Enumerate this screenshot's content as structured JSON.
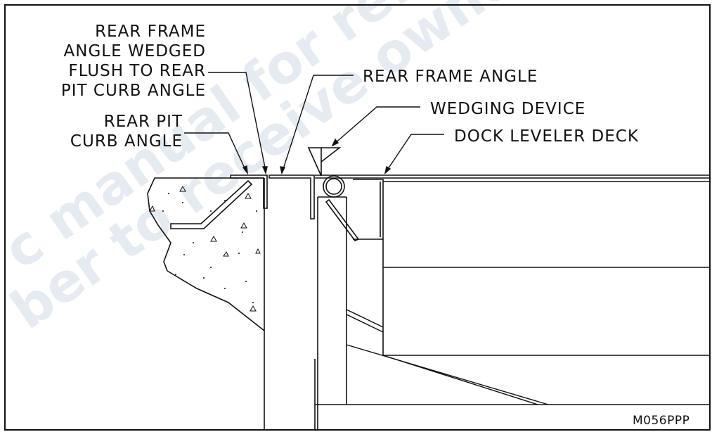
{
  "labels": {
    "rear_frame_angle_wedged": [
      "REAR FRAME",
      "ANGLE WEDGED",
      "FLUSH TO REAR",
      "PIT CURB ANGLE"
    ],
    "rear_pit_curb_angle": [
      "REAR PIT",
      "CURB ANGLE"
    ],
    "rear_frame_angle": "REAR FRAME ANGLE",
    "wedging_device": "WEDGING DEVICE",
    "dock_leveler_deck": "DOCK LEVELER DECK"
  },
  "drawing_code": "M056PPP",
  "watermark": {
    "line1": "c manual for reference o",
    "line2": "ber to receive owners manu"
  },
  "colors": {
    "line": "#111111",
    "watermark": "#c7d3df"
  }
}
